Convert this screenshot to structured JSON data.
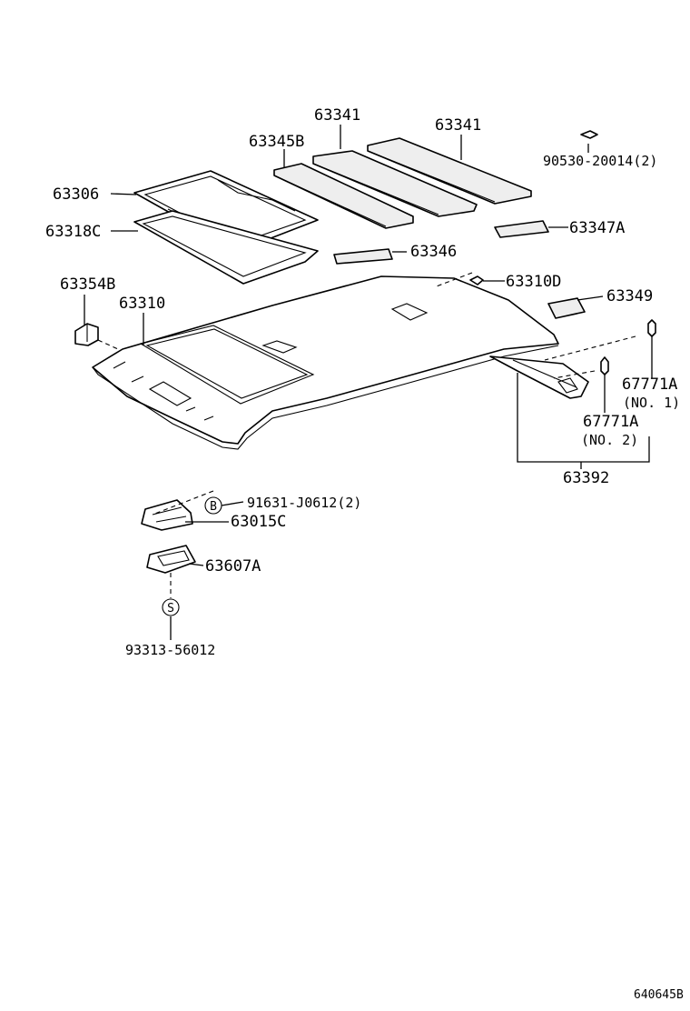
{
  "labels": {
    "p63341_a": "63341",
    "p63341_b": "63341",
    "p63345B": "63345B",
    "p90530": "90530-20014(2)",
    "p63306": "63306",
    "p63318C": "63318C",
    "p63347A": "63347A",
    "p63346": "63346",
    "p63354B": "63354B",
    "p63310D": "63310D",
    "p63310": "63310",
    "p63349": "63349",
    "p67771A_1": "67771A",
    "p67771A_1_note": "(NO. 1)",
    "p67771A_2": "67771A",
    "p67771A_2_note": "(NO. 2)",
    "p63392": "63392",
    "p91631": "91631-J0612(2)",
    "p63015C": "63015C",
    "p63607A": "63607A",
    "p93313": "93313-56012",
    "callout_b": "B",
    "callout_s": "S",
    "drawing_code": "640645B"
  },
  "colors": {
    "line": "#000000",
    "background": "#ffffff"
  }
}
